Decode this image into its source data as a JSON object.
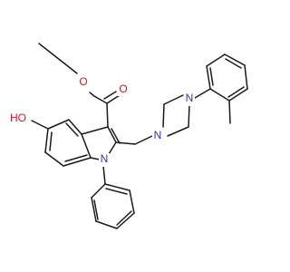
{
  "atoms": {
    "o_carbonyl": {
      "label": "O",
      "color": "#e8141b"
    },
    "o_ester": {
      "label": "O",
      "color": "#e8141b"
    },
    "o_hydroxyl": {
      "label": "HO",
      "color": "#e8141b"
    },
    "n_indole": {
      "label": "N",
      "color": "#2b32d6"
    },
    "n_pip_upper": {
      "label": "N",
      "color": "#2b32d6"
    },
    "n_pip_lower": {
      "label": "N",
      "color": "#2b32d6"
    }
  },
  "colors": {
    "bond": "#1a1a1a",
    "background": "#ffffff"
  }
}
